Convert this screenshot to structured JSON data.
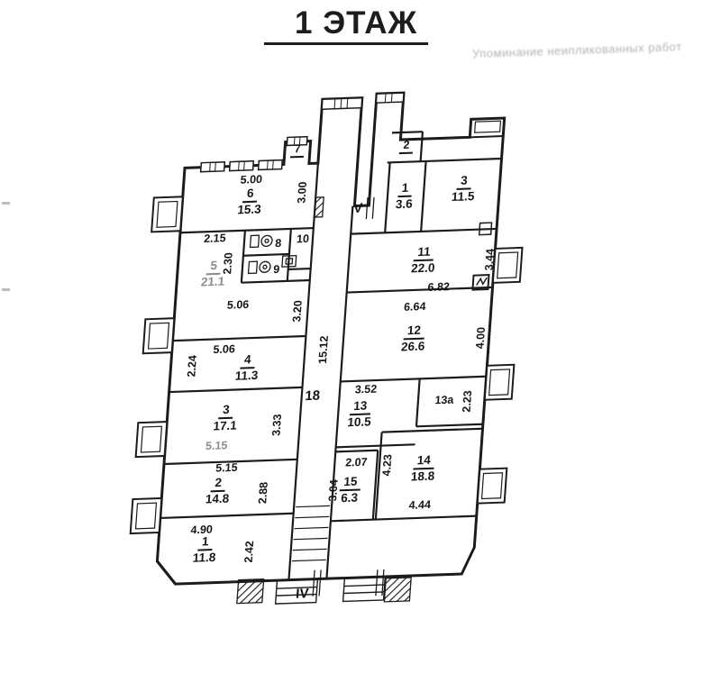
{
  "title": "1 ЭТАЖ",
  "watermark": "Упоминание неипликованных работ",
  "marks": {
    "entry_v": "V",
    "entry_iv": "IV"
  },
  "rooms": {
    "r6": {
      "number": "6",
      "area": "15.3"
    },
    "r5": {
      "number": "5",
      "area": "21.1"
    },
    "r4": {
      "number": "4",
      "area": "11.3"
    },
    "r3l": {
      "number": "3",
      "area": "17.1"
    },
    "r2l": {
      "number": "2",
      "area": "14.8"
    },
    "r1l": {
      "number": "1",
      "area": "11.8"
    },
    "r7": {
      "number": "7"
    },
    "r8": {
      "number": "8"
    },
    "r9": {
      "number": "9"
    },
    "r10": {
      "number": "10"
    },
    "r18": {
      "number": "18"
    },
    "r2r": {
      "number": "2"
    },
    "r1r": {
      "number": "1",
      "area": "3.6"
    },
    "r3r": {
      "number": "3",
      "area": "11.5"
    },
    "r11": {
      "number": "11",
      "area": "22.0"
    },
    "r12": {
      "number": "12",
      "area": "26.6"
    },
    "r13": {
      "number": "13",
      "area": "10.5"
    },
    "r13a": {
      "number": "13а"
    },
    "r15": {
      "number": "15",
      "area": "6.3"
    },
    "r14": {
      "number": "14",
      "area": "18.8"
    }
  },
  "dims": {
    "w500": "5.00",
    "h300": "3.00",
    "w215": "2.15",
    "h230": "2.30",
    "h320": "3.20",
    "w506a": "5.06",
    "w506b": "5.06",
    "h224": "2.24",
    "h333": "3.33",
    "w515g": "5.15",
    "w515": "5.15",
    "h288": "2.88",
    "w490": "4.90",
    "h242": "2.42",
    "h1512": "15.12",
    "h344": "3.44",
    "w682": "6.82",
    "w664": "6.64",
    "h400": "4.00",
    "w352": "3.52",
    "h223": "2.23",
    "w207": "2.07",
    "h304": "3.04",
    "h423": "4.23",
    "w444": "4.44"
  },
  "colors": {
    "ink": "#1b1b1b",
    "dim_gray": "#8b8b8b",
    "background": "#ffffff"
  }
}
